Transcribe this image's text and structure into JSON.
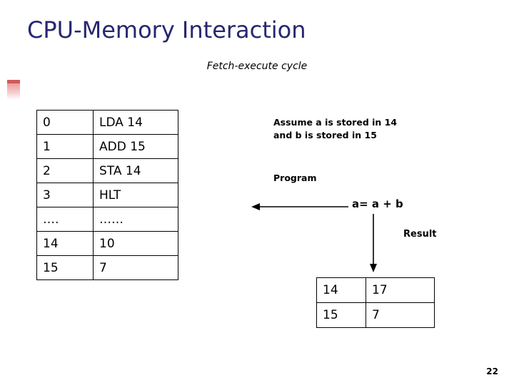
{
  "slide": {
    "title": "CPU-Memory Interaction",
    "subtitle": "Fetch-execute cycle",
    "page_number": "22"
  },
  "memory_table": {
    "rows": [
      {
        "address": "0",
        "content": "LDA 14"
      },
      {
        "address": "1",
        "content": "ADD 15"
      },
      {
        "address": "2",
        "content": "STA 14"
      },
      {
        "address": "3",
        "content": "HLT"
      },
      {
        "address": "….",
        "content": "……"
      },
      {
        "address": "14",
        "content": "10"
      },
      {
        "address": "15",
        "content": "7"
      }
    ]
  },
  "result_table": {
    "rows": [
      {
        "address": "14",
        "value": "17"
      },
      {
        "address": "15",
        "value": "7"
      }
    ]
  },
  "annotations": {
    "assume_note_line1": "Assume a is stored in 14",
    "assume_note_line2": "and b  is stored in 15",
    "program_label": "Program",
    "expression": "a= a + b",
    "result_label": "Result"
  },
  "icons": {
    "arrow_left": "arrow-left-icon",
    "arrow_down": "arrow-down-icon",
    "decoration": "red-accent-bar"
  }
}
